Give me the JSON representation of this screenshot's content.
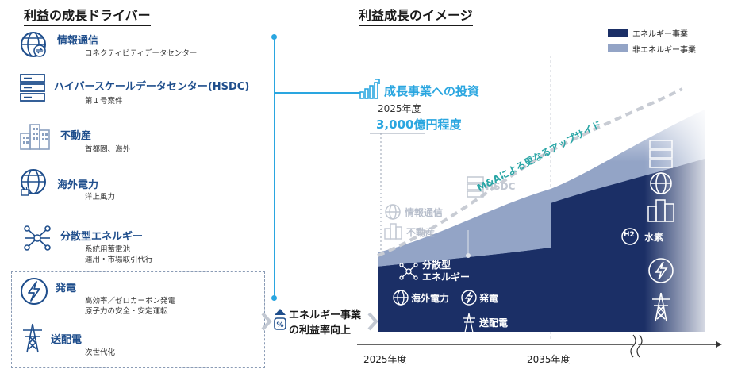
{
  "left": {
    "heading": "利益の成長ドライバー",
    "drivers": [
      {
        "name": "情報通信",
        "sub": [
          "コネクティビティデータセンター"
        ],
        "icon": "globe-network-icon"
      },
      {
        "name": "ハイパースケールデータセンター(HSDC)",
        "sub": [
          "第１号案件"
        ],
        "icon": "server-rack-icon"
      },
      {
        "name": "不動産",
        "sub": [
          "首都圏、海外"
        ],
        "icon": "buildings-icon"
      },
      {
        "name": "海外電力",
        "sub": [
          "洋上風力"
        ],
        "icon": "globe-plug-icon"
      },
      {
        "name": "分散型エネルギー",
        "sub": [
          "系統用蓄電池",
          "運用・市場取引代行"
        ],
        "icon": "distributed-nodes-icon"
      },
      {
        "name": "発電",
        "sub": [
          "高効率／ゼロカーボン発電",
          "原子力の安全・安定運転"
        ],
        "icon": "lightning-icon"
      },
      {
        "name": "送配電",
        "sub": [
          "次世代化"
        ],
        "icon": "transmission-tower-icon"
      }
    ]
  },
  "middle": {
    "energy_line1": "エネルギー事業",
    "energy_line2": "の利益率向上"
  },
  "right": {
    "heading": "利益成長のイメージ",
    "legend": [
      {
        "label": "エネルギー事業",
        "color": "#1b2f66"
      },
      {
        "label": "非エネルギー事業",
        "color": "#93a4c6"
      }
    ],
    "investment": {
      "title": "成長事業への投資",
      "year": "2025年度",
      "amount": "3,000億円程度"
    },
    "upside_label": "M&Aによる更なるアップサイド",
    "x_labels": [
      "2025年度",
      "2035年度"
    ],
    "in_chart": {
      "hsdc": "HSDC",
      "telecom": "情報通信",
      "realestate": "不動産",
      "distributed_1": "分散型",
      "distributed_2": "エネルギー",
      "overseas": "海外電力",
      "generation": "発電",
      "transmission": "送配電",
      "hydrogen": "水素",
      "h2": "H2"
    },
    "colors": {
      "energy": "#1b2f66",
      "non_energy": "#93a4c6",
      "accent": "#2aa6e0"
    }
  }
}
